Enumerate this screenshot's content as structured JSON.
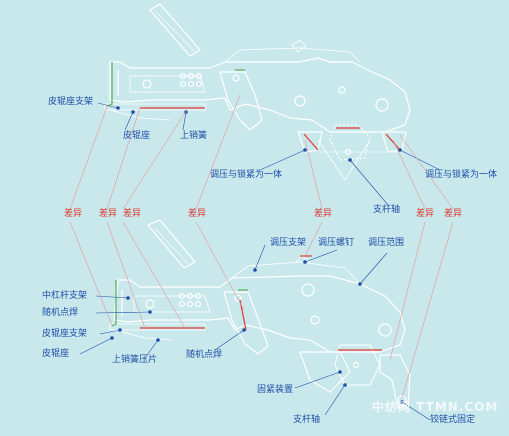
{
  "top_labels": {
    "roller_seat_bracket": "皮辊座支架",
    "roller_seat": "皮辊座",
    "upper_pin_spring": "上销簧",
    "adjust_lock_left": "调压与锁紧为一体",
    "adjust_lock_right": "调压与锁紧为一体",
    "support_shaft": "支杆轴"
  },
  "bottom_labels": {
    "adjust_bracket": "调压支架",
    "adjust_screw": "调压螺钉",
    "adjust_range": "调压范围",
    "middle_lever_bracket": "中杠杆支架",
    "spot_weld_1": "随机点焊",
    "roller_seat_bracket": "皮辊座支架",
    "roller_seat": "皮辊座",
    "upper_pin_spring_plate": "上销簧压片",
    "spot_weld_2": "随机点焊",
    "fastening_device": "固紧装置",
    "support_shaft": "支杆轴",
    "hinge_chain_fix": "铰链式固定"
  },
  "difference_label": "差异",
  "watermark": "中纺网 TTMN.COM",
  "colors": {
    "background": "#c8e8ec",
    "line": "#ffffff",
    "label": "#1f4ea8",
    "difference": "#e0392f",
    "leader": "#e8959a"
  }
}
